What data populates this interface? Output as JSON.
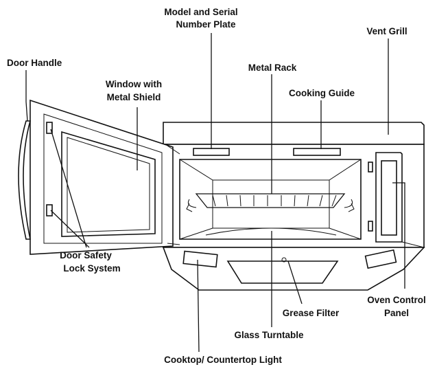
{
  "labels": {
    "model_plate": [
      "Model and Serial",
      "Number Plate"
    ],
    "vent_grill": "Vent Grill",
    "door_handle": "Door Handle",
    "metal_rack": "Metal Rack",
    "window": [
      "Window with",
      "Metal Shield"
    ],
    "cooking_guide": "Cooking Guide",
    "door_safety": [
      "Door Safety",
      "Lock System"
    ],
    "oven_control": [
      "Oven Control",
      "Panel"
    ],
    "grease_filter": "Grease Filter",
    "glass_turntable": "Glass Turntable",
    "cooktop_light": "Cooktop/ Countertop Light"
  }
}
